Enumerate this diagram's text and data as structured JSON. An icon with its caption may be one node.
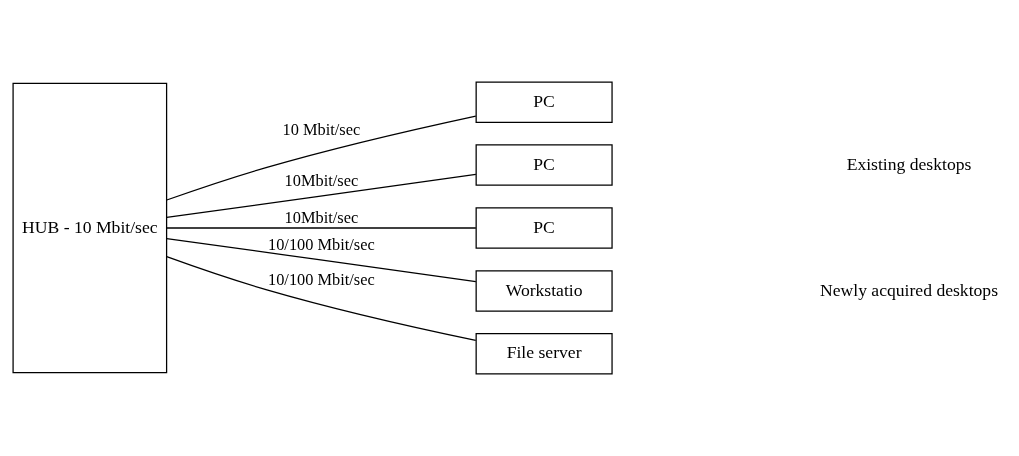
{
  "diagram": {
    "nodes": [
      {
        "text": [
          "HUB - 10 Mbit/sec"
        ]
      },
      {
        "text": [
          "PC"
        ]
      },
      {
        "text": [
          "PC"
        ]
      },
      {
        "text": [
          "PC"
        ]
      },
      {
        "text": [
          "Workstatio"
        ]
      },
      {
        "text": [
          "File server"
        ]
      }
    ],
    "edges": [
      {
        "from": 0,
        "to": 1,
        "arrow": "none",
        "label": "10 Mbit/sec"
      },
      {
        "from": 0,
        "to": 2,
        "arrow": "none",
        "label": "10Mbit/sec"
      },
      {
        "from": 0,
        "to": 3,
        "arrow": "none",
        "label": "10Mbit/sec"
      },
      {
        "from": 0,
        "to": 4,
        "arrow": "none",
        "label": "10/100 Mbit/sec"
      },
      {
        "from": 0,
        "to": 5,
        "arrow": "none",
        "label": "10/100 Mbit/sec"
      }
    ],
    "labels": [
      "Existing desktops",
      "Newly acquired desktops"
    ]
  }
}
